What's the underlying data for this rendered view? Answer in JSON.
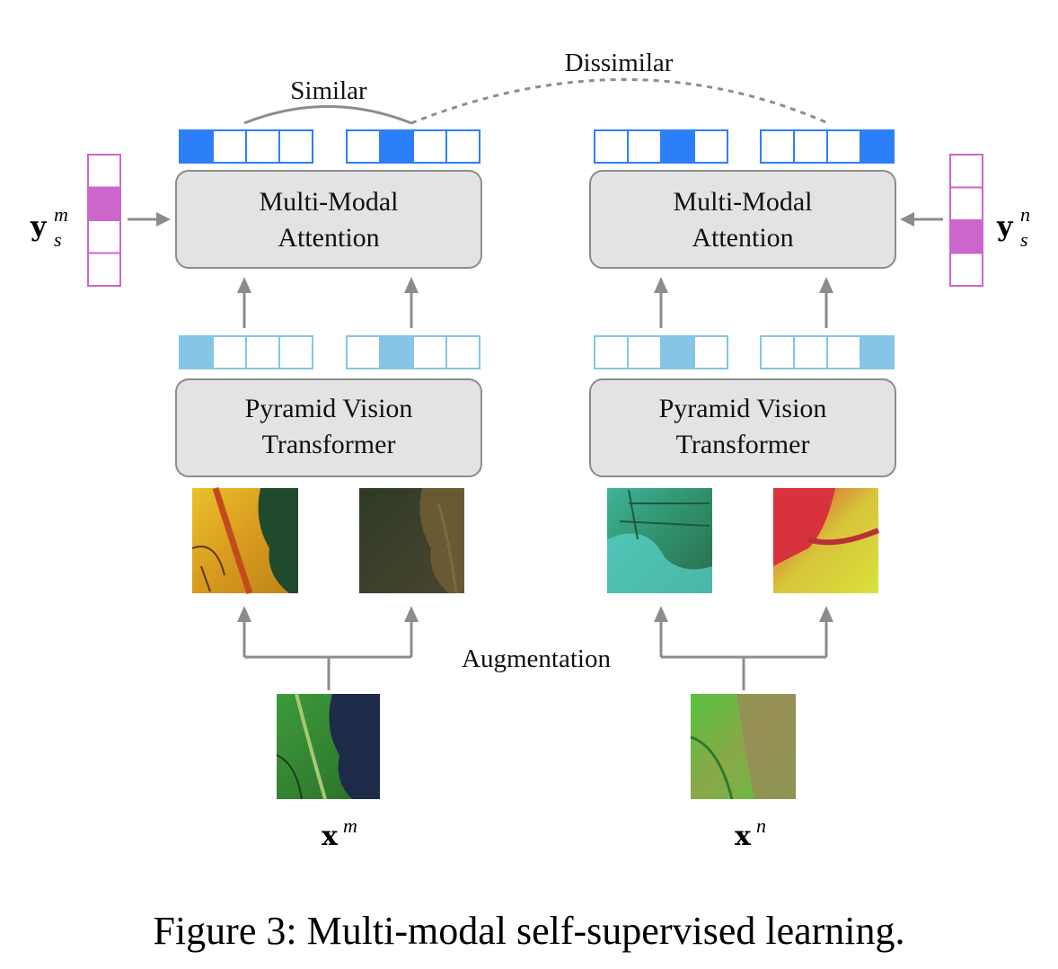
{
  "labels": {
    "similar": "Similar",
    "dissimilar": "Dissimilar",
    "augmentation": "Augmentation"
  },
  "modules": {
    "attention_line1": "Multi-Modal",
    "attention_line2": "Attention",
    "pvt_line1": "Pyramid Vision",
    "pvt_line2": "Transformer"
  },
  "math": {
    "ys_base": "y",
    "ys_sub": "s",
    "m": "m",
    "n": "n",
    "x_base": "x"
  },
  "caption": "Figure 3: Multi-modal self-supervised learning.",
  "token_rows": {
    "output_left_a": 0,
    "output_left_b": 1,
    "output_right_a": 2,
    "output_right_b": 3,
    "feature_left_a": 0,
    "feature_left_b": 1,
    "feature_right_a": 2,
    "feature_right_b": 3
  },
  "label_vectors": {
    "left_active": 1,
    "right_active": 2
  },
  "colors": {
    "output_fill": "#2d7ff9",
    "output_border": "#2d7ff9",
    "feature_fill": "#86c5e6",
    "feature_border": "#86c5e6",
    "label_fill": "#cc66cc",
    "label_border": "#cc66cc",
    "module_fill": "#e3e3e3",
    "arrow": "#8c8c8c"
  }
}
